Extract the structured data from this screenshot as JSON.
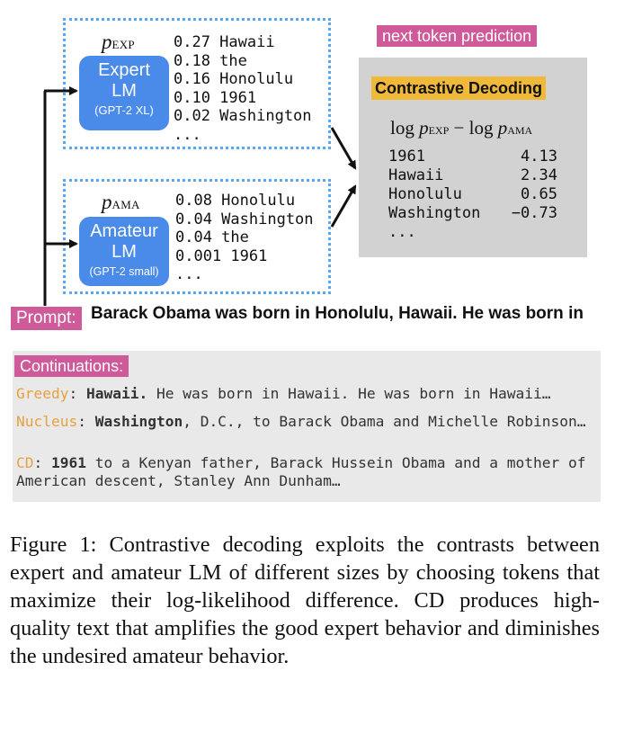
{
  "expert": {
    "prob_label": "p",
    "prob_sub": "EXP",
    "name": "Expert LM",
    "model": "(GPT-2 XL)",
    "predictions": [
      "0.27 Hawaii",
      "0.18 the",
      "0.16 Honolulu",
      "0.10 1961",
      "0.02 Washington",
      "..."
    ]
  },
  "amateur": {
    "prob_label": "p",
    "prob_sub": "AMA",
    "name": "Amateur LM",
    "model": "(GPT-2 small)",
    "predictions": [
      "0.08 Honolulu",
      "0.04 Washington",
      "0.04 the",
      "0.001 1961",
      "..."
    ]
  },
  "next_token_tag": "next token prediction",
  "cd_panel": {
    "title": "Contrastive Decoding",
    "formula": {
      "log1": "log ",
      "p1": "p",
      "sub1": "EXP",
      "minus": " − log ",
      "p2": "p",
      "sub2": "AMA"
    },
    "rows": [
      {
        "token": "1961",
        "score": "4.13"
      },
      {
        "token": "Hawaii",
        "score": "2.34"
      },
      {
        "token": "Honolulu",
        "score": "0.65"
      },
      {
        "token": "Washington",
        "score": "−0.73"
      },
      {
        "token": "...",
        "score": ""
      }
    ]
  },
  "prompt": {
    "tag": "Prompt:",
    "text": "Barack Obama was born in Honolulu, Hawaii. He was born in"
  },
  "continuations": {
    "tag": "Continuations:",
    "items": [
      {
        "label": "Greedy",
        "sep": ": ",
        "first": "Hawaii.",
        "rest": " He was born in Hawaii. He was born in Hawaii…"
      },
      {
        "label": "Nucleus",
        "sep": ": ",
        "first": "Washington",
        "rest": ", D.C., to Barack Obama and Michelle Robinson…"
      },
      {
        "label": "CD",
        "sep": ": ",
        "first": "1961",
        "rest": " to a Kenyan father, Barack Hussein Obama and a mother of American descent, Stanley Ann Dunham…"
      }
    ]
  },
  "caption": "Figure 1:  Contrastive decoding exploits the contrasts between expert and amateur LM of different sizes by choosing tokens that maximize their log-likelihood difference. CD produces high-quality text that amplifies the good expert behavior and diminishes the undesired amateur behavior.",
  "colors": {
    "lm_blue": "#4a8bea",
    "dotted_blue": "#5aa6f0",
    "tag_pink": "#cf5a9a",
    "cd_title_orange": "#f0b93a",
    "cd_panel_gray": "#d2d2d2",
    "continuation_label": "#e7a13e",
    "continuation_panel": "#e9e9e9"
  }
}
